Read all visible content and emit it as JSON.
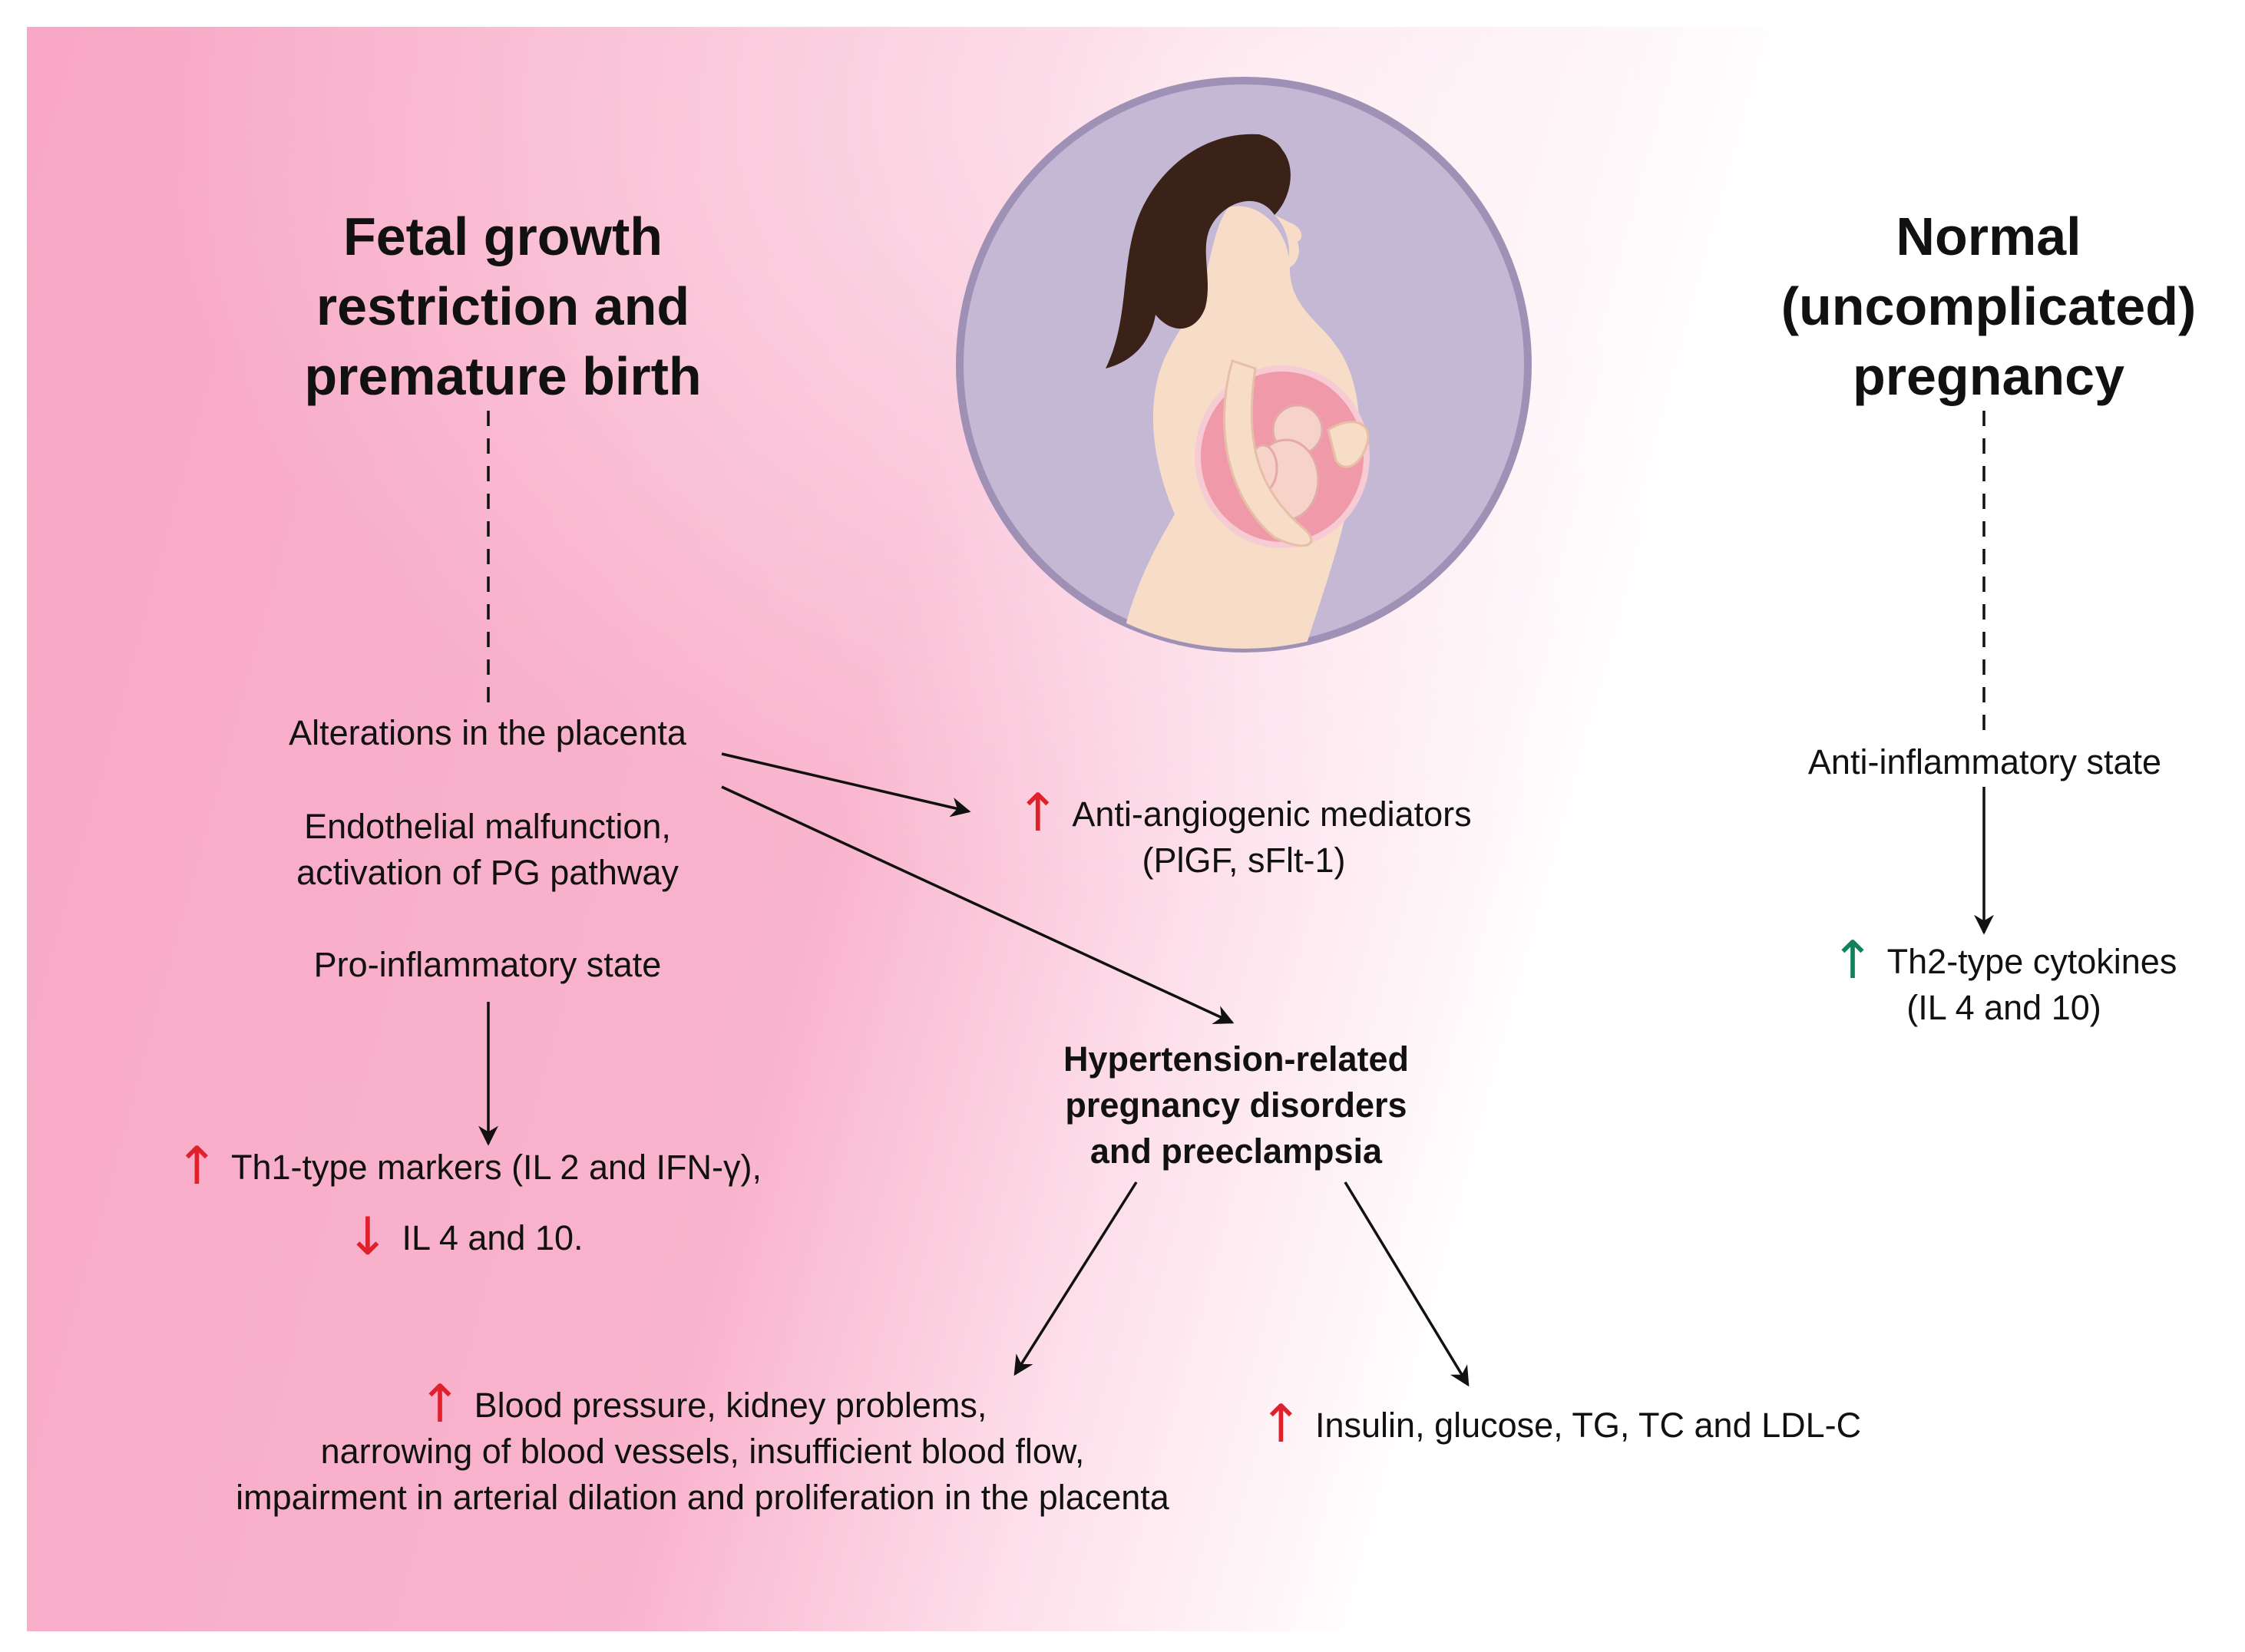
{
  "left_title": [
    "Fetal growth",
    "restriction and",
    "premature birth"
  ],
  "right_title": [
    "Normal",
    "(uncomplicated)",
    "pregnancy"
  ],
  "illustration": {
    "subject": "pregnant-woman-silhouette-with-fetus",
    "colors": {
      "circle": "#c4b8d4",
      "circle_edge": "#9f90b6",
      "skin": "#f7dcc8",
      "hair": "#3a2218",
      "womb": "#f09aa9",
      "fetus": "#f7d2c8"
    }
  },
  "left_column": {
    "placenta": "Alterations in the placenta",
    "endothelial": [
      "Endothelial malfunction,",
      "activation of PG pathway"
    ],
    "proinflammatory": "Pro-inflammatory state",
    "th1_markers": "Th1-type markers (IL 2 and IFN-γ),",
    "il_down": "IL 4 and 10."
  },
  "middle": {
    "anti_angiogenic": [
      "Anti-angiogenic mediators",
      "(PlGF, sFlt-1)"
    ],
    "hypertension": [
      "Hypertension-related",
      "pregnancy disorders",
      "and preeclampsia"
    ],
    "blood_pressure": [
      "Blood pressure, kidney problems,",
      "narrowing of blood vessels, insufficient blood flow,",
      "impairment in arterial dilation and proliferation in the placenta"
    ],
    "insulin": "Insulin, glucose, TG, TC and LDL-C"
  },
  "right_column": {
    "anti_inflammatory": "Anti-inflammatory state",
    "th2": [
      "Th2-type cytokines",
      "(IL 4 and 10)"
    ]
  },
  "glyphs": {
    "up_arrow": "↑",
    "down_arrow": "↓"
  },
  "colors": {
    "background_pink": "#f8a8c6",
    "background_light": "#ffffff",
    "increase_red": "#e0202a",
    "increase_green": "#12805a",
    "line": "#111111"
  }
}
